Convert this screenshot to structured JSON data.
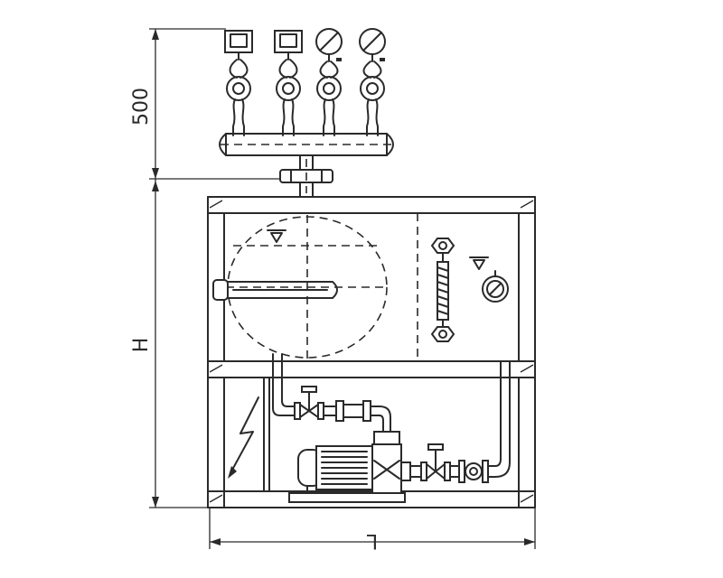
{
  "dimensions": {
    "top_height_label": "500",
    "total_height_label": "H",
    "width_label": "L"
  },
  "components": {
    "instruments_on_manifold": [
      {
        "type": "pressure-switch"
      },
      {
        "type": "pressure-switch"
      },
      {
        "type": "pressure-gauge"
      },
      {
        "type": "pressure-gauge"
      }
    ]
  }
}
